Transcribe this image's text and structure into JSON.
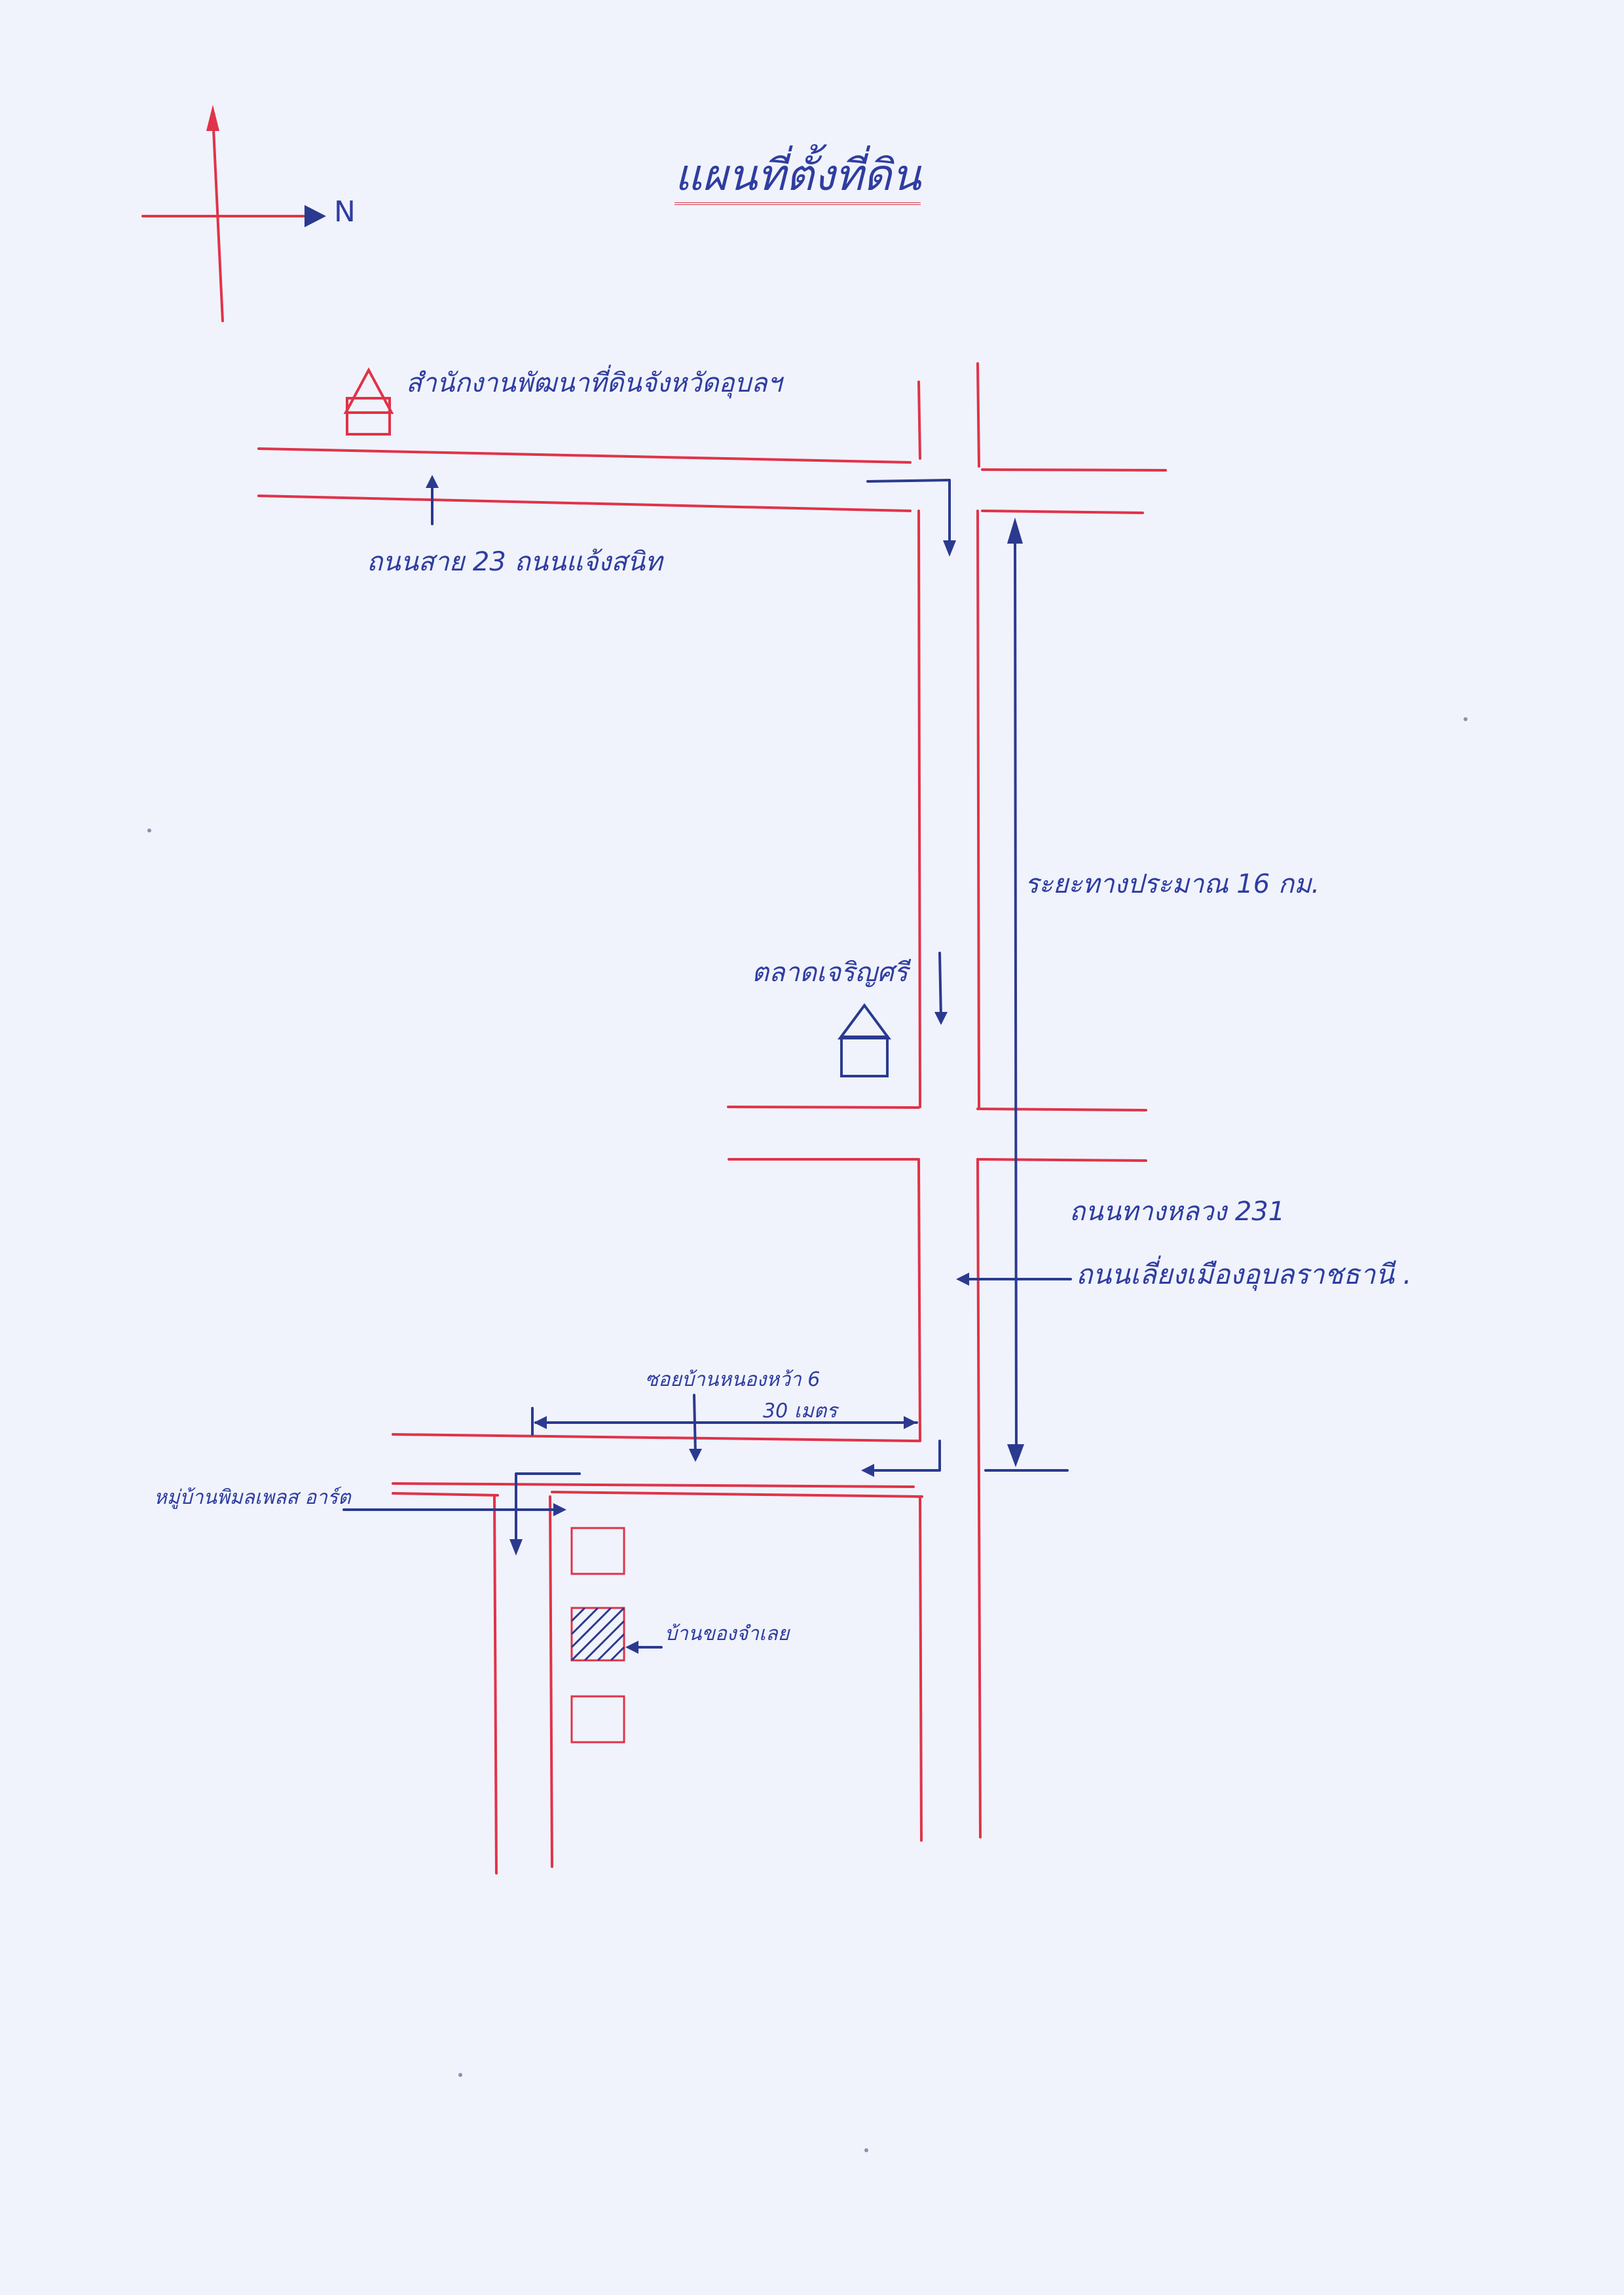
{
  "title": "แผนที่ตั้งที่ดิน",
  "compass": {
    "north_label": "N"
  },
  "landmarks": {
    "office": "สำนักงานพัฒนาที่ดินจังหวัดอุบลฯ",
    "market": "ตลาดเจริญศรี",
    "house": "บ้านของจำเลย",
    "village": "หมู่บ้านพิมลเพลส อาร์ต"
  },
  "roads": {
    "road_23": "ถนนสาย 23 ถนนแจ้งสนิท",
    "road_231_line1": "ถนนทางหลวง 231",
    "road_231_line2": "ถนนเลี่ยงเมืองอุบลราชธานี .",
    "soi": "ซอยบ้านหนองหว้า 6"
  },
  "measurements": {
    "distance": "ระยะทางประมาณ 16 กม.",
    "soi_distance": "30 เมตร"
  },
  "colors": {
    "road_ink": "#e0334a",
    "annotation_ink": "#2b3a8f",
    "paper": "#f0f3fb"
  },
  "icons": [
    "compass-icon",
    "office-building-icon",
    "market-building-icon",
    "house-plot-icon"
  ]
}
